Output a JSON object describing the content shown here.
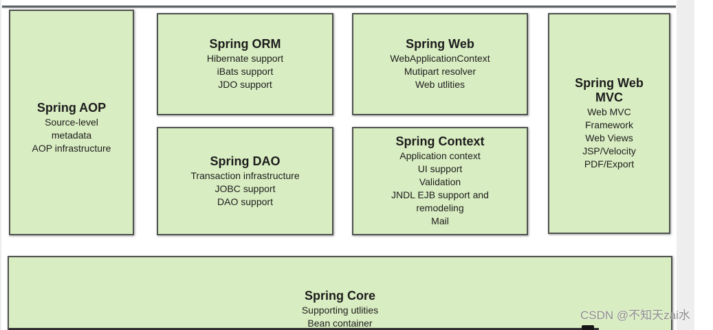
{
  "page": {
    "watermark": "CSDN @不知天zai水",
    "background": "#ffffff"
  },
  "diagram": {
    "boxes": [
      {
        "id": "spring-aop",
        "title": "Spring AOP",
        "lines": [
          "Source-level",
          "metadata",
          "AOP infrastructure"
        ]
      },
      {
        "id": "spring-orm",
        "title": "Spring ORM",
        "lines": [
          "Hibernate support",
          "iBats support",
          "JDO support"
        ]
      },
      {
        "id": "spring-web",
        "title": "Spring Web",
        "lines": [
          "WebApplicationContext",
          "Mutipart resolver",
          "Web utlities"
        ]
      },
      {
        "id": "spring-web-mvc",
        "title": "Spring Web MVC",
        "lines": [
          "Web MVC",
          "Framework",
          "Web Views",
          "JSP/Velocity",
          "PDF/Export"
        ]
      },
      {
        "id": "spring-dao",
        "title": "Spring DAO",
        "lines": [
          "Transaction infrastructure",
          "JOBC support",
          "DAO support"
        ]
      },
      {
        "id": "spring-context",
        "title": "Spring Context",
        "lines": [
          "Application context",
          "UI support",
          "Validation",
          "JNDL EJB support and",
          "remodeling",
          "Mail"
        ]
      },
      {
        "id": "spring-core",
        "title": "Spring Core",
        "lines": [
          "Supporting utlities",
          "Bean container"
        ]
      }
    ],
    "colors": {
      "box_fill": "#d9edc2",
      "box_border": "#4c4f4c",
      "text": "#1c1c1c",
      "top_rule": "#5d6266",
      "side_strip": "#eeeeee",
      "bottom_strip": "#2e2e2e",
      "watermark": "#8d8d8d"
    }
  }
}
